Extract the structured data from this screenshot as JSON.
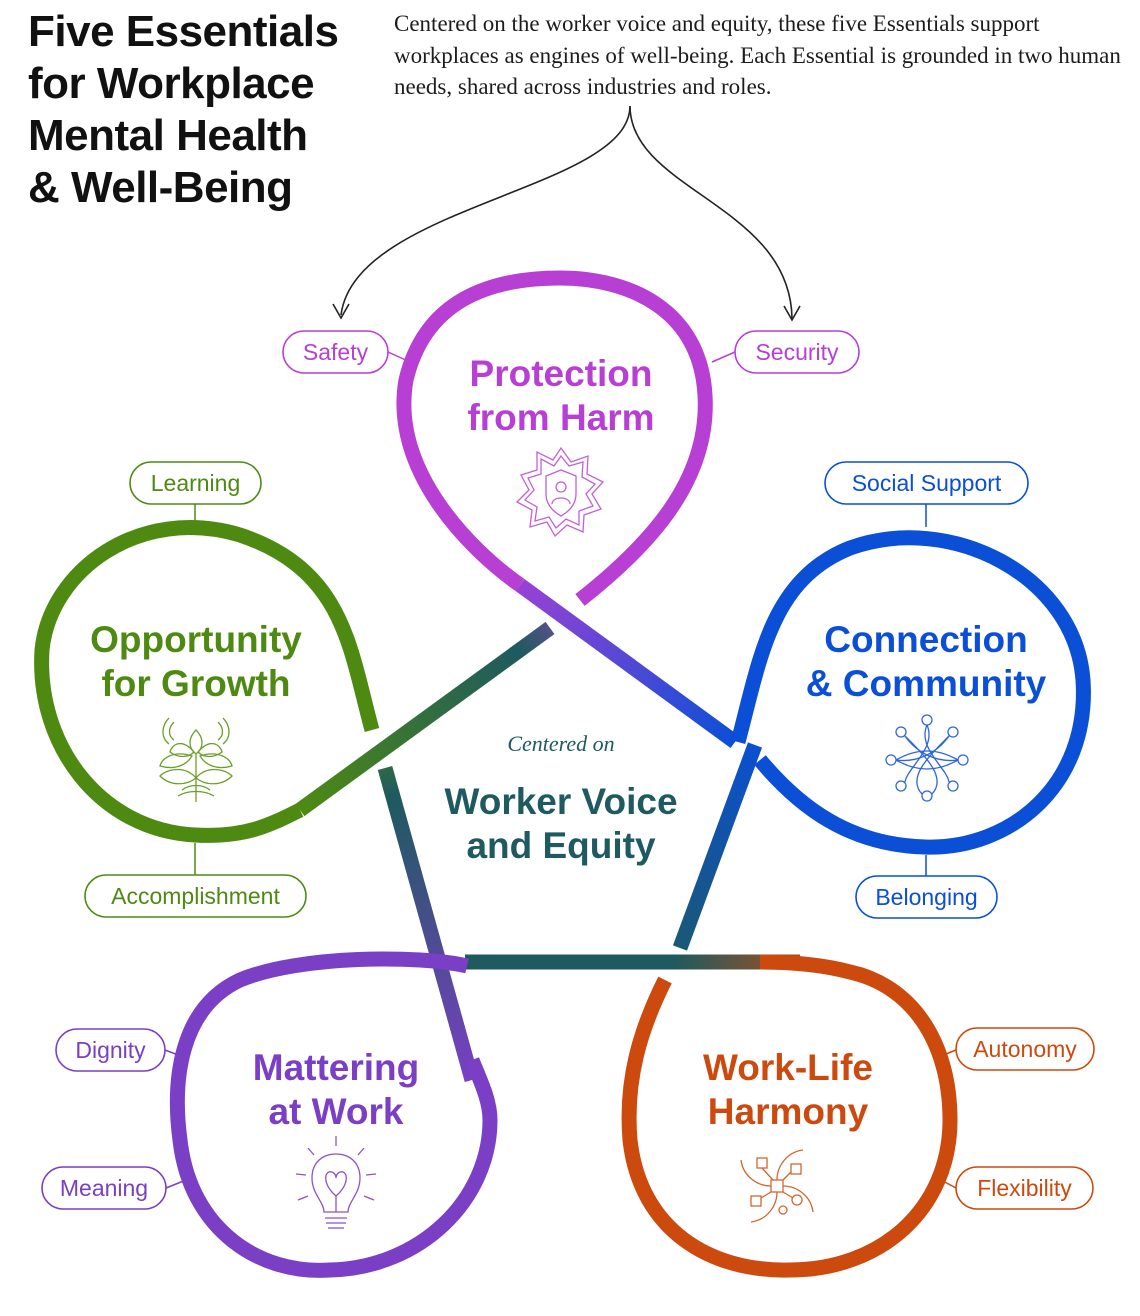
{
  "header": {
    "title_lines": [
      "Five Essentials",
      "for Workplace",
      "Mental Health",
      "& Well-Being"
    ],
    "intro_before": "Centered on the worker voice and equity, these five Essentials support workplaces as engines of well-being. Each Essential is grounded in ",
    "intro_highlight": "two human needs",
    "intro_after": ", shared across industries and roles."
  },
  "center": {
    "kicker": "Centered on",
    "title_lines": [
      "Worker Voice",
      "and Equity"
    ],
    "color": "#1e5a5f"
  },
  "essentials": [
    {
      "id": "protection",
      "title_lines": [
        "Protection",
        "from Harm"
      ],
      "color": "#b83fd4",
      "icon": "shield-person-icon",
      "needs": [
        "Safety",
        "Security"
      ]
    },
    {
      "id": "connection",
      "title_lines": [
        "Connection",
        "& Community"
      ],
      "color": "#0a4fd6",
      "icon": "network-icon",
      "needs": [
        "Social Support",
        "Belonging"
      ]
    },
    {
      "id": "work-life",
      "title_lines": [
        "Work-Life",
        "Harmony"
      ],
      "color": "#cc4a0e",
      "icon": "pinwheel-icon",
      "needs": [
        "Autonomy",
        "Flexibility"
      ]
    },
    {
      "id": "mattering",
      "title_lines": [
        "Mattering",
        "at Work"
      ],
      "color": "#7a3fc4",
      "icon": "lightbulb-heart-icon",
      "needs": [
        "Dignity",
        "Meaning"
      ]
    },
    {
      "id": "growth",
      "title_lines": [
        "Opportunity",
        "for Growth"
      ],
      "color": "#4e8a12",
      "icon": "flower-icon",
      "needs": [
        "Learning",
        "Accomplishment"
      ]
    }
  ],
  "connector_color": "#1e5a5f"
}
